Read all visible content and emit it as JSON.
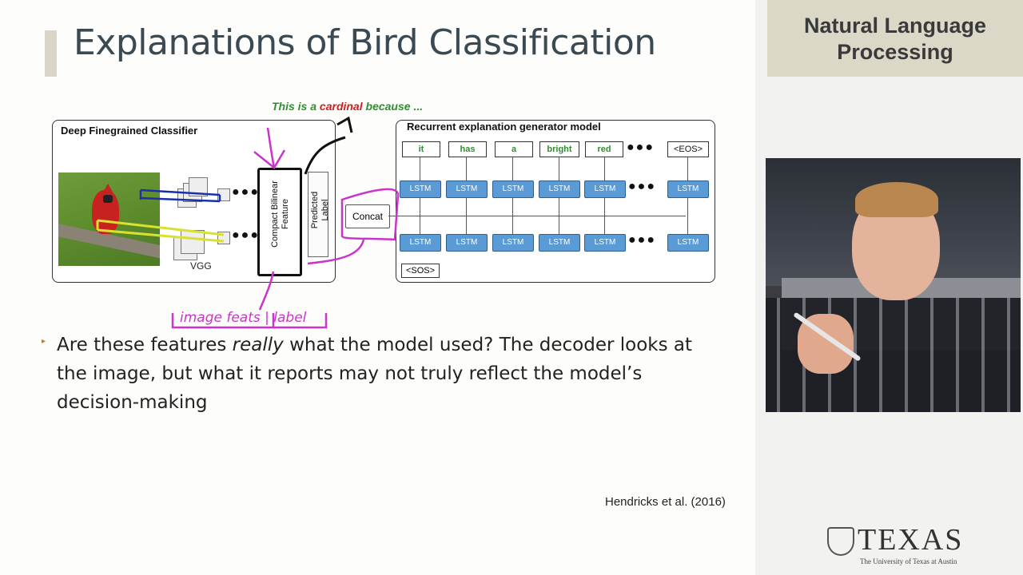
{
  "slide": {
    "title": "Explanations of Bird Classification",
    "caption_prefix": "This is a ",
    "caption_highlight": "cardinal",
    "caption_suffix": " because ...",
    "bullet": {
      "before": "Are these features ",
      "emphasis": "really",
      "after": " what the model used? The decoder looks at the image, but what it reports may not truly reflect the model’s decision-making"
    },
    "citation": "Hendricks et al. (2016)"
  },
  "diagram": {
    "classifier_title": "Deep Finegrained Classifier",
    "generator_title": "Recurrent explanation generator model",
    "vgg_label": "VGG",
    "cbf_label_line1": "Compact Bilinear",
    "cbf_label_line2": "Feature",
    "pl_label_line1": "Predicted",
    "pl_label_line2": "Label",
    "concat_label": "Concat",
    "lstm_label": "LSTM",
    "sos_label": "<SOS>",
    "words": [
      "it",
      "has",
      "a",
      "bright",
      "red",
      "<EOS>"
    ],
    "annotation": "image feats | label"
  },
  "sidebar": {
    "course_title": "Natural Language Processing",
    "logo_word": "TEXAS",
    "logo_sub": "The University of Texas at Austin"
  },
  "colors": {
    "title": "#3b4a52",
    "caption_green": "#2f8f2f",
    "caption_red": "#cc1f1f",
    "lstm_blue": "#5b9bd5",
    "annotation_magenta": "#cc33cc",
    "course_box": "#dcd8c8"
  }
}
